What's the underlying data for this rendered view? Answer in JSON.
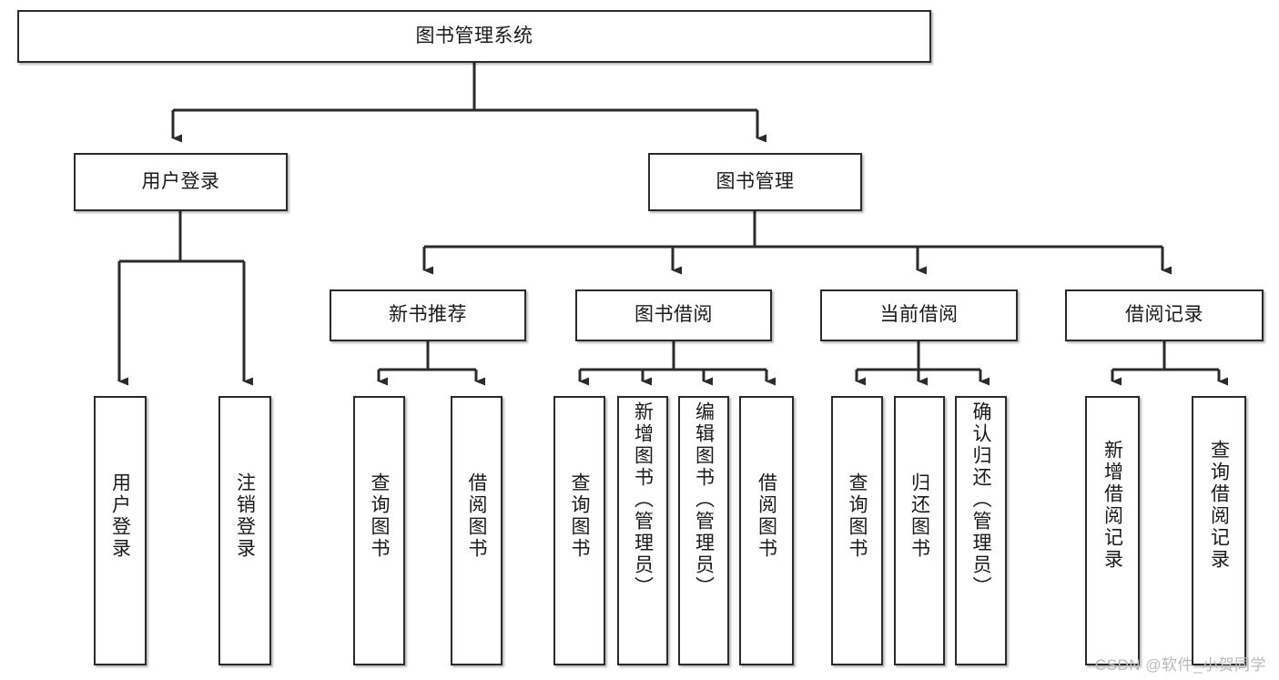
{
  "diagram": {
    "title": "图书管理系统",
    "type": "tree-hierarchy-diagram",
    "watermark": "CSDN @软件_小贺同学",
    "colors": {
      "box_border": "#2b2b2b",
      "box_fill": "#ffffff",
      "connector": "#2b2b2b",
      "text": "#1a1a1a",
      "watermark": "#b9b9b9",
      "background": "#ffffff"
    },
    "root": {
      "label": "图书管理系统",
      "orientation": "horizontal"
    },
    "level2": [
      {
        "label": "用户登录",
        "orientation": "horizontal"
      },
      {
        "label": "图书管理",
        "orientation": "horizontal"
      }
    ],
    "level3": [
      {
        "label": "新书推荐",
        "orientation": "horizontal"
      },
      {
        "label": "图书借阅",
        "orientation": "horizontal"
      },
      {
        "label": "当前借阅",
        "orientation": "horizontal"
      },
      {
        "label": "借阅记录",
        "orientation": "horizontal"
      }
    ],
    "leaves": {
      "user_login": [
        {
          "label": "用户登录",
          "orientation": "vertical"
        },
        {
          "label": "注销登录",
          "orientation": "vertical"
        }
      ],
      "new_book_recommend": [
        {
          "label": "查询图书",
          "orientation": "vertical"
        },
        {
          "label": "借阅图书",
          "orientation": "vertical"
        }
      ],
      "book_borrow": [
        {
          "label": "查询图书",
          "orientation": "vertical"
        },
        {
          "label": "新增图书（管理员）",
          "orientation": "vertical"
        },
        {
          "label": "编辑图书（管理员）",
          "orientation": "vertical"
        },
        {
          "label": "借阅图书",
          "orientation": "vertical"
        }
      ],
      "current_borrow": [
        {
          "label": "查询图书",
          "orientation": "vertical"
        },
        {
          "label": "归还图书",
          "orientation": "vertical"
        },
        {
          "label": "确认归还（管理员）",
          "orientation": "vertical"
        }
      ],
      "borrow_record": [
        {
          "label": "新增借阅记录",
          "orientation": "vertical"
        },
        {
          "label": "查询借阅记录",
          "orientation": "vertical"
        }
      ]
    }
  }
}
